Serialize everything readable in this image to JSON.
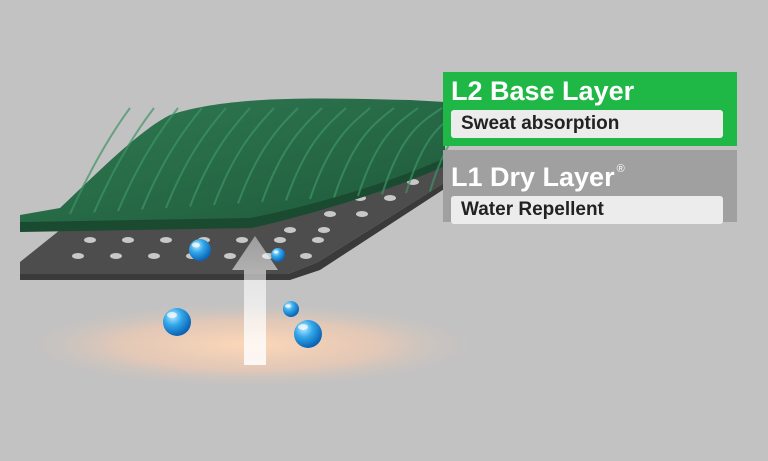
{
  "colors": {
    "background": "#c2c2c2",
    "base_layer_green": "#1fb847",
    "base_layer_fabric": "#2b6b49",
    "dry_layer_gray": "#a0a0a0",
    "dry_layer_fabric": "#4a4a4a",
    "droplet_blue": "#2a9be0"
  },
  "layers": {
    "l2": {
      "title": "L2 Base Layer",
      "function": "Sweat absorption"
    },
    "l1": {
      "title": "L1 Dry Layer",
      "mark": "®",
      "function": "Water Repellent"
    }
  },
  "icons": [
    "water-droplet-icon",
    "upward-arrow-icon",
    "skin-glow"
  ]
}
